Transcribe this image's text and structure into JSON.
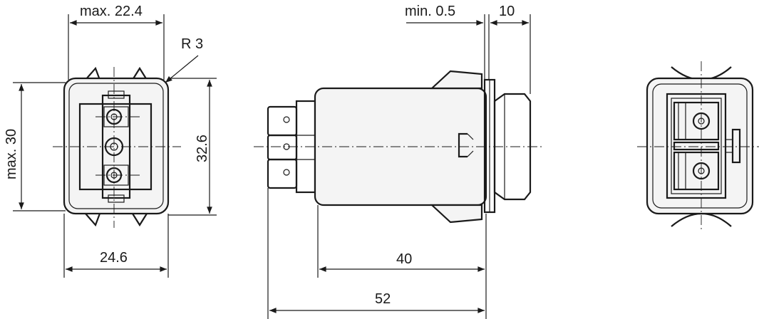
{
  "dimensions": {
    "front_width_max": "max. 22.4",
    "corner_radius": "R 3",
    "front_height_max": "max. 30",
    "front_height": "32.6",
    "front_bottom_width": "24.6",
    "panel_min": "min. 0.5",
    "panel_gap": "10",
    "body_length": "40",
    "total_length": "52"
  }
}
